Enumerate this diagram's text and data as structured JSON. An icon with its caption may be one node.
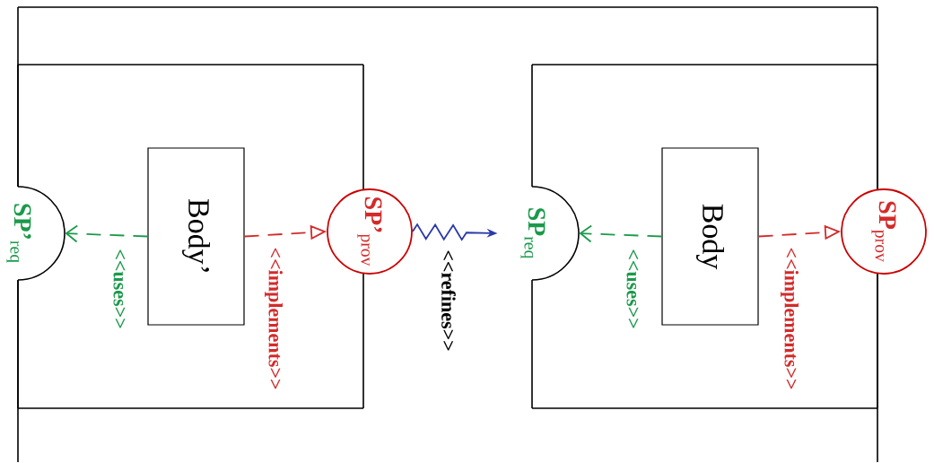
{
  "diagram": {
    "nodes": [
      {
        "text": [],
        "shape": "box"
      },
      {
        "text": [],
        "shape": "box",
        "in": 0
      },
      {
        "text": [],
        "shape": "box",
        "in": 0
      },
      {
        "text": [
          "**SP’**$_{req}$"
        ]
      },
      {
        "text": [
          "Body’"
        ],
        "in": 1
      },
      {
        "text": [
          "**SP’**$_{prov}$"
        ],
        "in": 0
      },
      {
        "text": [
          "**SP**$_{req}$"
        ],
        "in": 0
      },
      {
        "text": [
          "Body"
        ],
        "in": 2
      },
      {
        "text": [
          "**SP**$_{prov}$"
        ]
      }
    ],
    "edges": [
      {
        "from": 4,
        "to": 3,
        "arrow": "to",
        "label": "<<uses>>",
        "style": "dashed",
        "color": "#1a9a4a"
      },
      {
        "from": 4,
        "to": 5,
        "arrow": "to",
        "label": "<<implements>>",
        "style": "dashed",
        "color": "#d42a2a"
      },
      {
        "from": 5,
        "to": 6,
        "arrow": "to",
        "label": "<<refines>>",
        "color": "#2a3aa8"
      },
      {
        "from": 7,
        "to": 6,
        "arrow": "to",
        "label": "<<uses>>",
        "style": "dashed",
        "color": "#1a9a4a"
      },
      {
        "from": 7,
        "to": 8,
        "arrow": "to",
        "label": "<<implements>>",
        "style": "dashed",
        "color": "#d42a2a"
      }
    ]
  }
}
